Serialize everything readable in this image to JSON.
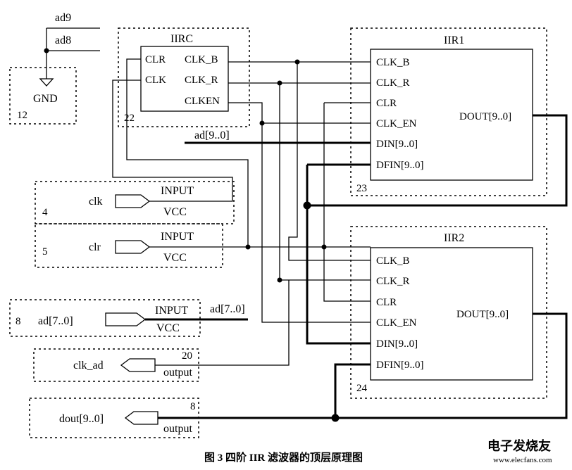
{
  "caption": "图 3  四阶 IIR 滤波器的顶层原理图",
  "watermark": "电子发烧友",
  "watermark_url": "www.elecfans.com",
  "gnd": {
    "label": "GND",
    "number": "12",
    "net_top": "ad9",
    "net_bottom": "ad8"
  },
  "iirc": {
    "title": "IIRC",
    "number": "22",
    "pins_left": [
      "CLR",
      "CLK"
    ],
    "pins_right": [
      "CLK_B",
      "CLK_R",
      "CLKEN"
    ]
  },
  "iir1": {
    "title": "IIR1",
    "number": "23",
    "pins_left": [
      "CLK_B",
      "CLK_R",
      "CLR",
      "CLK_EN",
      "DIN[9..0]",
      "DFIN[9..0]"
    ],
    "pin_right": "DOUT[9..0]"
  },
  "iir2": {
    "title": "IIR2",
    "number": "24",
    "pins_left": [
      "CLK_B",
      "CLK_R",
      "CLR",
      "CLK_EN",
      "DIN[9..0]",
      "DFIN[9..0]"
    ],
    "pin_right": "DOUT[9..0]"
  },
  "bus_label_top": "ad[9..0]",
  "bus_label_mid": "ad[7..0]",
  "io": [
    {
      "id": "clk",
      "number": "4",
      "name": "clk",
      "kind": "INPUT",
      "sub": "VCC"
    },
    {
      "id": "clr",
      "number": "5",
      "name": "clr",
      "kind": "INPUT",
      "sub": "VCC"
    },
    {
      "id": "ad",
      "number": "8",
      "name": "ad[7..0]",
      "kind": "INPUT",
      "sub": "VCC"
    },
    {
      "id": "clk_ad",
      "number": "20",
      "name": "clk_ad",
      "kind": "output"
    },
    {
      "id": "dout",
      "number": "8",
      "name": "dout[9..0]",
      "kind": "output"
    }
  ]
}
